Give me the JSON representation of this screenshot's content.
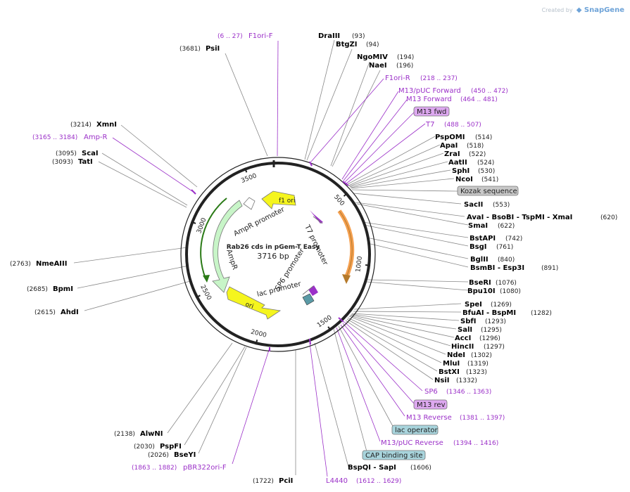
{
  "brand": {
    "created_by": "Created by",
    "name": "SnapGene"
  },
  "plasmid": {
    "name": "Rab26 cds in pGem-T Easy",
    "size": "3716 bp"
  },
  "colors": {
    "feature": "#9b30c8",
    "arrow_yellow": "#f5f51e",
    "arrow_green": "#c8f5c8",
    "ori_orange": "#f5a050",
    "backbone": "#222222"
  },
  "ticks": [
    "500",
    "1000",
    "1500",
    "2000",
    "2500",
    "3000",
    "3500"
  ],
  "inner_features": {
    "f1ori": "f1 ori",
    "ampr_promoter": "AmpR promoter",
    "ampr": "AmpR",
    "t7_promoter": "T7 promoter",
    "sp6_promoter": "SP6 promoter",
    "lac_promoter": "lac promoter",
    "ori": "ori"
  },
  "left_labels": [
    {
      "pos": "(3681)",
      "name": "PsiI"
    },
    {
      "pos": "(6 .. 27)",
      "name": "F1ori-F",
      "feature": true
    },
    {
      "pos": "(3214)",
      "name": "XmnI"
    },
    {
      "pos": "(3165 .. 3184)",
      "name": "Amp-R",
      "feature": true
    },
    {
      "pos": "(3095)",
      "name": "ScaI"
    },
    {
      "pos": "(3093)",
      "name": "TatI"
    },
    {
      "pos": "(2763)",
      "name": "NmeAIII"
    },
    {
      "pos": "(2685)",
      "name": "BpmI"
    },
    {
      "pos": "(2615)",
      "name": "AhdI"
    },
    {
      "pos": "(2138)",
      "name": "AlwNI"
    },
    {
      "pos": "(2030)",
      "name": "PspFI"
    },
    {
      "pos": "(2026)",
      "name": "BseYI"
    },
    {
      "pos": "(1863 .. 1882)",
      "name": "pBR322ori-F",
      "feature": true
    },
    {
      "pos": "(1722)",
      "name": "PciI"
    }
  ],
  "right_labels": [
    {
      "name": "DraIII",
      "pos": "(93)"
    },
    {
      "name": "BtgZI",
      "pos": "(94)"
    },
    {
      "name": "NgoMIV",
      "pos": "(194)"
    },
    {
      "name": "NaeI",
      "pos": "(196)"
    },
    {
      "name": "F1ori-R",
      "pos": "(218 .. 237)",
      "feature": true
    },
    {
      "name": "M13/pUC Forward",
      "pos": "(450 .. 472)",
      "feature": true
    },
    {
      "name": "M13 Forward",
      "pos": "(464 .. 481)",
      "feature": true
    },
    {
      "name": "M13 fwd",
      "pos": "",
      "box": "purple"
    },
    {
      "name": "T7",
      "pos": "(488 .. 507)",
      "feature": true
    },
    {
      "name": "PspOMI",
      "pos": "(514)"
    },
    {
      "name": "ApaI",
      "pos": "(518)"
    },
    {
      "name": "ZraI",
      "pos": "(522)"
    },
    {
      "name": "AatII",
      "pos": "(524)"
    },
    {
      "name": "SphI",
      "pos": "(530)"
    },
    {
      "name": "NcoI",
      "pos": "(541)"
    },
    {
      "name": "Kozak sequence",
      "pos": "",
      "box": "gray"
    },
    {
      "name": "SacII",
      "pos": "(553)"
    },
    {
      "name": "AvaI - BsoBI - TspMI - XmaI",
      "pos": "(620)"
    },
    {
      "name": "SmaI",
      "pos": "(622)"
    },
    {
      "name": "BstAPI",
      "pos": "(742)"
    },
    {
      "name": "BsgI",
      "pos": "(761)"
    },
    {
      "name": "BglII",
      "pos": "(840)"
    },
    {
      "name": "BsmBI - Esp3I",
      "pos": "(891)"
    },
    {
      "name": "BseRI",
      "pos": "(1076)"
    },
    {
      "name": "Bpu10I",
      "pos": "(1080)"
    },
    {
      "name": "SpeI",
      "pos": "(1269)"
    },
    {
      "name": "BfuAI - BspMI",
      "pos": "(1282)"
    },
    {
      "name": "SbfI",
      "pos": "(1293)"
    },
    {
      "name": "SalI",
      "pos": "(1295)"
    },
    {
      "name": "AccI",
      "pos": "(1296)"
    },
    {
      "name": "HincII",
      "pos": "(1297)"
    },
    {
      "name": "NdeI",
      "pos": "(1302)"
    },
    {
      "name": "MluI",
      "pos": "(1319)"
    },
    {
      "name": "BstXI",
      "pos": "(1323)"
    },
    {
      "name": "NsiI",
      "pos": "(1332)"
    },
    {
      "name": "SP6",
      "pos": "(1346 .. 1363)",
      "feature": true
    },
    {
      "name": "M13 rev",
      "pos": "",
      "box": "purple"
    },
    {
      "name": "M13 Reverse",
      "pos": "(1381 .. 1397)",
      "feature": true
    },
    {
      "name": "lac operator",
      "pos": "",
      "box": "teal"
    },
    {
      "name": "M13/pUC Reverse",
      "pos": "(1394 .. 1416)",
      "feature": true
    },
    {
      "name": "CAP binding site",
      "pos": "",
      "box": "teal"
    },
    {
      "name": "BspQI - SapI",
      "pos": "(1606)"
    },
    {
      "name": "L4440",
      "pos": "(1612 .. 1629)",
      "feature": true
    }
  ]
}
